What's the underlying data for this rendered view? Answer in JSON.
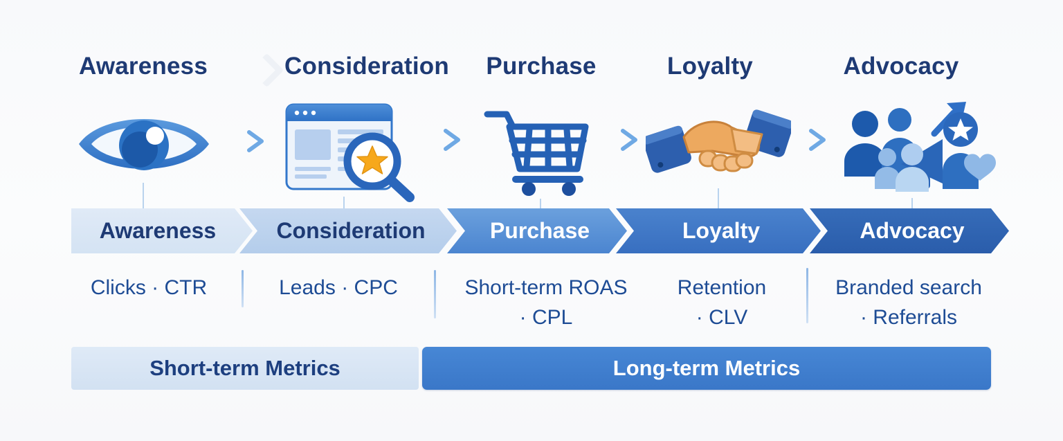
{
  "diagram": {
    "type": "marketing-funnel",
    "background": "#f9fafb"
  },
  "stages": [
    {
      "title": "Awareness",
      "banner_label": "Awareness",
      "metrics_line1": "Clicks · CTR",
      "metrics_line2": "",
      "icon": "eye-icon",
      "banner_color": "#d9e6f5",
      "banner_text_color": "#1e3a74"
    },
    {
      "title": "Consideration",
      "banner_label": "Consideration",
      "metrics_line1": "Leads · CPC",
      "metrics_line2": "",
      "icon": "webpage-search-icon",
      "banner_color": "#bcd3ee",
      "banner_text_color": "#1e3a74"
    },
    {
      "title": "Purchase",
      "banner_label": "Purchase",
      "metrics_line1": "Short-term ROAS",
      "metrics_line2": "· CPL",
      "icon": "shopping-cart-icon",
      "banner_color": "#5890d6",
      "banner_text_color": "#ffffff"
    },
    {
      "title": "Loyalty",
      "banner_label": "Loyalty",
      "metrics_line1": "Retention",
      "metrics_line2": "· CLV",
      "icon": "handshake-icon",
      "banner_color": "#3a76c6",
      "banner_text_color": "#ffffff"
    },
    {
      "title": "Advocacy",
      "banner_label": "Advocacy",
      "metrics_line1": "Branded search",
      "metrics_line2": "· Referrals",
      "icon": "advocacy-people-icon",
      "banner_color": "#2d63b3",
      "banner_text_color": "#ffffff"
    }
  ],
  "footer": {
    "short_term_label": "Short-term Metrics",
    "long_term_label": "Long-term Metrics",
    "short_term_bar_color": "#d9e5f4",
    "long_term_bar_color": "#3f7ecf"
  },
  "colors": {
    "title_text": "#1e3a74",
    "metric_text": "#1e4c95",
    "flow_arrow": "#7cb0e6",
    "connector_line": "#b9d3ee",
    "star_accent": "#f7a81b",
    "hand_skin": "#eda95f"
  }
}
